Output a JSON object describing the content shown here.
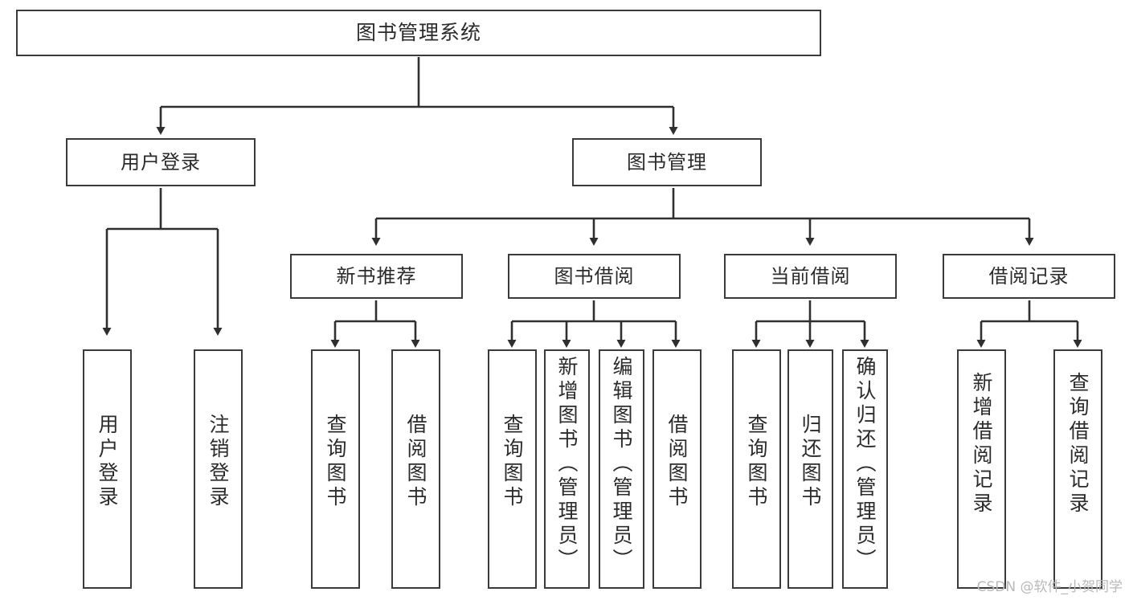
{
  "diagram": {
    "title": "图书管理系统",
    "type": "tree-hierarchy-chart",
    "watermark": "CSDN @软件_小贺同学",
    "colors": {
      "box_border": "#3a3a3a",
      "box_fill": "#ffffff",
      "edge": "#2f2f2f",
      "text": "#2b2b2b",
      "watermark": "#b9b9b9",
      "background": "#ffffff"
    },
    "nodes": {
      "root": {
        "label": "图书管理系统"
      },
      "level2": [
        {
          "id": "user-login",
          "label": "用户登录"
        },
        {
          "id": "book-manage",
          "label": "图书管理"
        }
      ],
      "level3": [
        {
          "id": "new-book-recommend",
          "label": "新书推荐"
        },
        {
          "id": "book-borrow",
          "label": "图书借阅"
        },
        {
          "id": "current-borrow",
          "label": "当前借阅"
        },
        {
          "id": "borrow-record",
          "label": "借阅记录"
        }
      ],
      "leaves": {
        "user_login": [
          {
            "id": "leaf-user-login",
            "label": "用户登录"
          },
          {
            "id": "leaf-logout-login",
            "label": "注销登录"
          }
        ],
        "new_book_recommend": [
          {
            "id": "leaf-query-book-1",
            "label": "查询图书"
          },
          {
            "id": "leaf-borrow-book-1",
            "label": "借阅图书"
          }
        ],
        "book_borrow": [
          {
            "id": "leaf-query-book-2",
            "label": "查询图书"
          },
          {
            "id": "leaf-add-book",
            "label": "新增图书（管理员）"
          },
          {
            "id": "leaf-edit-book",
            "label": "编辑图书（管理员）"
          },
          {
            "id": "leaf-borrow-book-2",
            "label": "借阅图书"
          }
        ],
        "current_borrow": [
          {
            "id": "leaf-query-book-3",
            "label": "查询图书"
          },
          {
            "id": "leaf-return-book",
            "label": "归还图书"
          },
          {
            "id": "leaf-confirm-return",
            "label": "确认归还（管理员）"
          }
        ],
        "borrow_record": [
          {
            "id": "leaf-add-record",
            "label": "新增借阅记录"
          },
          {
            "id": "leaf-query-record",
            "label": "查询借阅记录"
          }
        ]
      }
    }
  }
}
